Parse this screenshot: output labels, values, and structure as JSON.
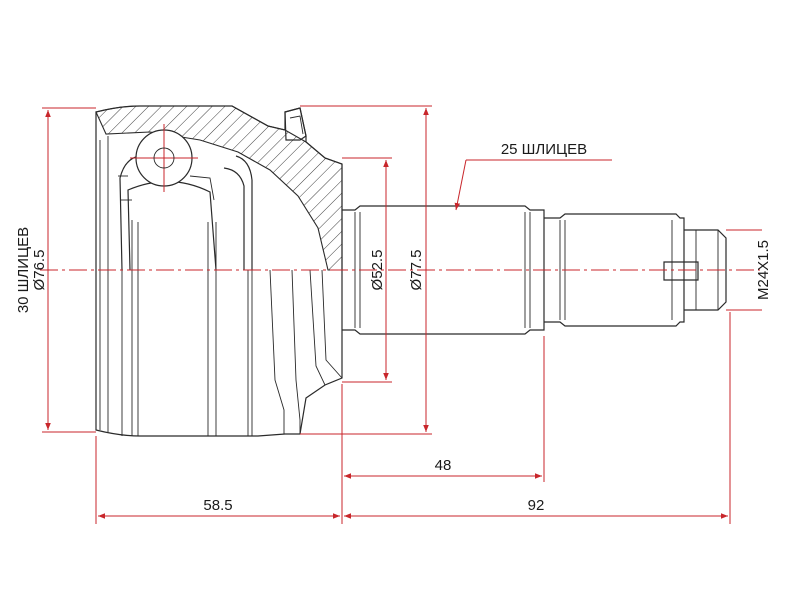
{
  "labels": {
    "outer_splines": "30 ШЛИЦЕВ",
    "outer_diameter": "Ø76.5",
    "inner_splines": "25 ШЛИЦЕВ",
    "shaft_diameter": "Ø52.5",
    "flange_diameter": "Ø77.5",
    "thread": "M24X1.5",
    "shaft_length": "48",
    "body_length": "58.5",
    "total_shaft_length": "92"
  },
  "colors": {
    "dimension_line": "#c8262b",
    "part_outline": "#2a2a2a",
    "background": "#ffffff"
  }
}
